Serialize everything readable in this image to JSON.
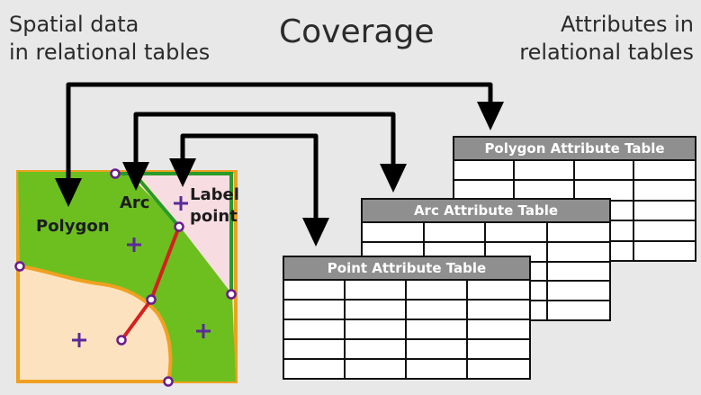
{
  "headings": {
    "left": [
      "Spatial data",
      "in relational tables"
    ],
    "center": "Coverage",
    "right": [
      "Attributes in",
      "relational tables"
    ]
  },
  "map_labels": {
    "polygon": "Polygon",
    "arc": "Arc",
    "label_point": [
      "Label",
      "point"
    ]
  },
  "tables": {
    "polygon": {
      "title": "Polygon Attribute Table",
      "rows": 5,
      "cols": 4
    },
    "arc": {
      "title": "Arc Attribute Table",
      "rows": 5,
      "cols": 4
    },
    "point": {
      "title": "Point Attribute Table",
      "rows": 5,
      "cols": 4
    }
  },
  "colors": {
    "background": "#e8e8e8",
    "polygon_green": "#6cbf1f",
    "polygon_cream": "#fde2bf",
    "polygon_pink": "#f7dde2",
    "boundary_orange": "#f0a020",
    "boundary_green": "#2a9a2a",
    "arc_red": "#d42020",
    "node_purple": "#6a1c8c",
    "label_point_purple": "#5a2a9a",
    "table_header": "#8f8f8f",
    "arrows": "#000000"
  }
}
